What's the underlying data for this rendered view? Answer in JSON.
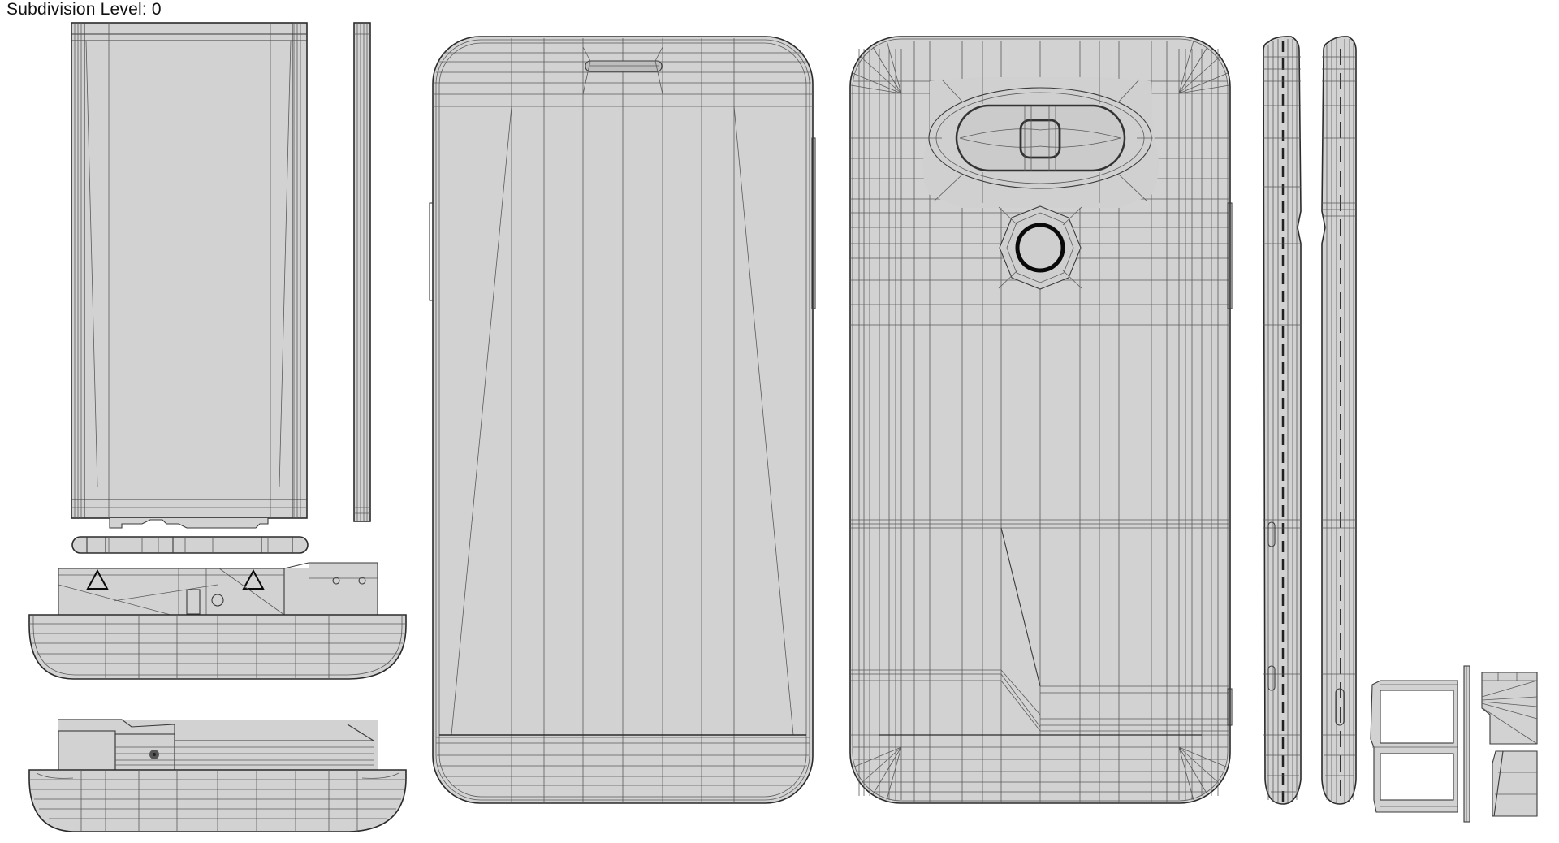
{
  "viewport": {
    "subdivision_label": "Subdivision Level: 0",
    "background_color": "#ffffff",
    "mesh_fill_color": "#d2d2d2",
    "wire_color": "#3a3a3a"
  },
  "views": [
    {
      "id": "top-view-panel",
      "name": "Top/inner panel view"
    },
    {
      "id": "side-strip",
      "name": "Thin side strip"
    },
    {
      "id": "front-view",
      "name": "Front view with earpiece"
    },
    {
      "id": "back-view",
      "name": "Back view with camera module and fingerprint button"
    },
    {
      "id": "side-profile-left",
      "name": "Left side profile"
    },
    {
      "id": "side-profile-right",
      "name": "Right side profile"
    },
    {
      "id": "bottom-bar",
      "name": "Bottom edge bar"
    },
    {
      "id": "bottom-module-1",
      "name": "Bottom module (battery side)"
    },
    {
      "id": "bottom-module-2",
      "name": "Bottom module (port side)"
    },
    {
      "id": "sim-tray",
      "name": "SIM card tray"
    },
    {
      "id": "sim-tray-parts",
      "name": "SIM tray end parts"
    }
  ]
}
